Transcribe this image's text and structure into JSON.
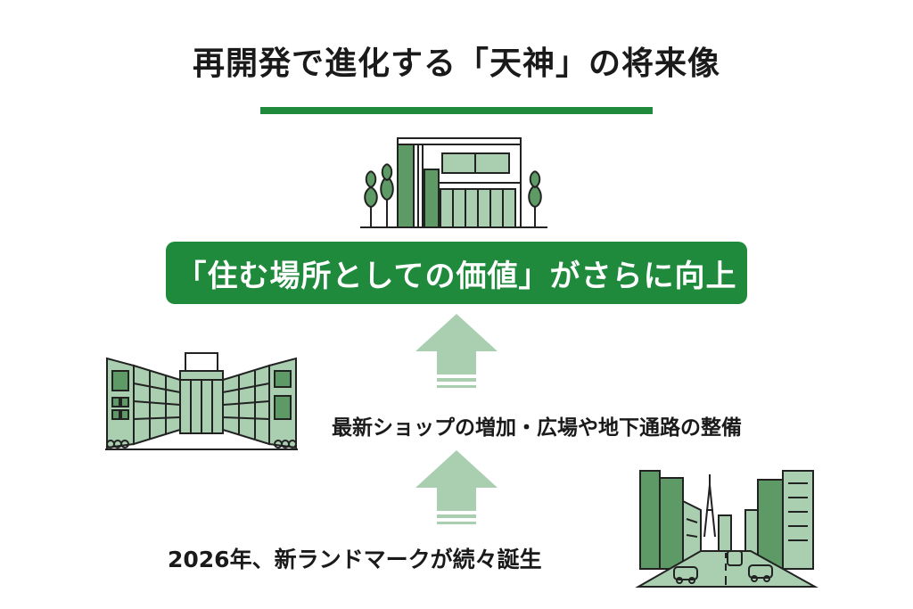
{
  "title": "再開発で進化する「天神」の将来像",
  "result": "「住む場所としての価値」がさらに向上",
  "steps": [
    {
      "text": "最新ショップの増加・広場や地下通路の整備"
    },
    {
      "text": "2026年、新ランドマークが続々誕生"
    }
  ],
  "colors": {
    "accent": "#1f8a3c",
    "light_green": "#a9cfb0",
    "mid_green": "#5d9a66",
    "ink": "#222222"
  },
  "icons": {
    "house": "residential-building-icon",
    "street": "shopping-street-icon",
    "skyline": "city-skyline-icon",
    "arrow": "up-arrow-icon"
  }
}
